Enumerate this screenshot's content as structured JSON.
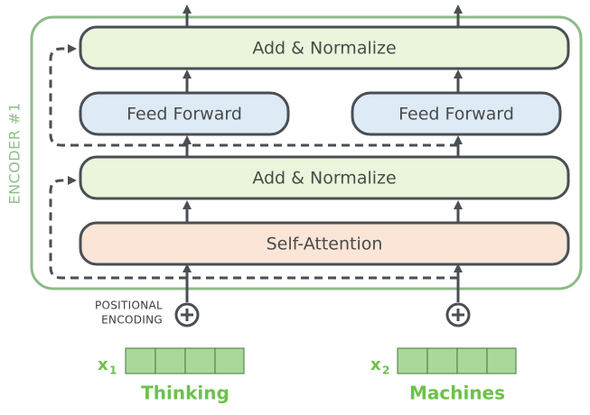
{
  "encoder": {
    "label": "ENCODER #1",
    "add_normalize_top": "Add & Normalize",
    "feed_forward_left": "Feed Forward",
    "feed_forward_right": "Feed Forward",
    "add_normalize_bottom": "Add & Normalize",
    "self_attention": "Self-Attention"
  },
  "positional_encoding": {
    "line1": "POSITIONAL",
    "line2": "ENCODING"
  },
  "inputs": [
    {
      "symbol": "x",
      "subscript": "1",
      "word": "Thinking"
    },
    {
      "symbol": "x",
      "subscript": "2",
      "word": "Machines"
    }
  ],
  "colors": {
    "encoder_border": "#8dbb8a",
    "add_normalize_fill": "#eaf5dc",
    "feed_forward_fill": "#deebf7",
    "self_attention_fill": "#fbe5d6",
    "box_stroke": "#4a4f55",
    "arrow": "#4a4f55",
    "embedding_fill": "#a9d89a",
    "input_text": "#6cc24a"
  }
}
